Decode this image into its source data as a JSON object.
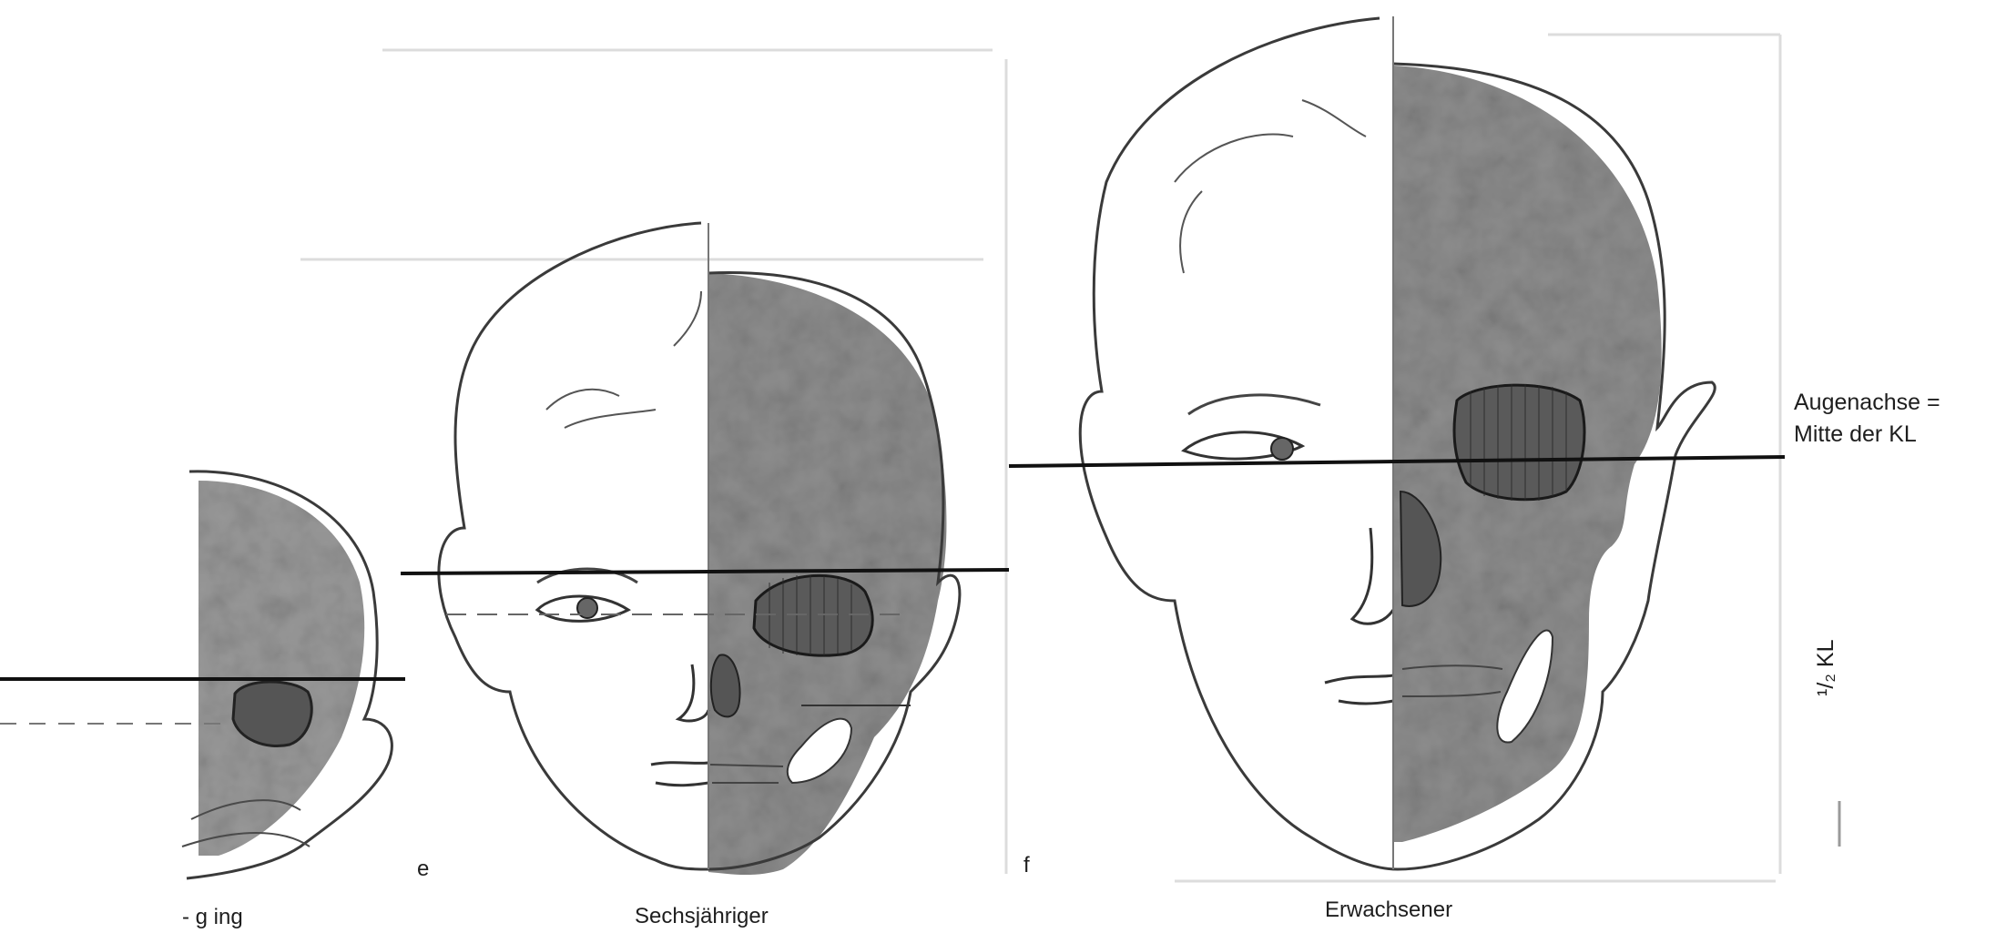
{
  "labels": {
    "infant_caption": "- g ing",
    "child_caption": "Sechsjähriger",
    "adult_caption": "Erwachsener",
    "panel_e": "e",
    "panel_f": "f",
    "eye_axis_line1": "Augenachse =",
    "eye_axis_line2": "Mitte der KL",
    "half_kl": "¹/₂ KL"
  },
  "colors": {
    "skull_fill": "#8f8f8f",
    "line": "#111111",
    "paper": "#ffffff"
  }
}
